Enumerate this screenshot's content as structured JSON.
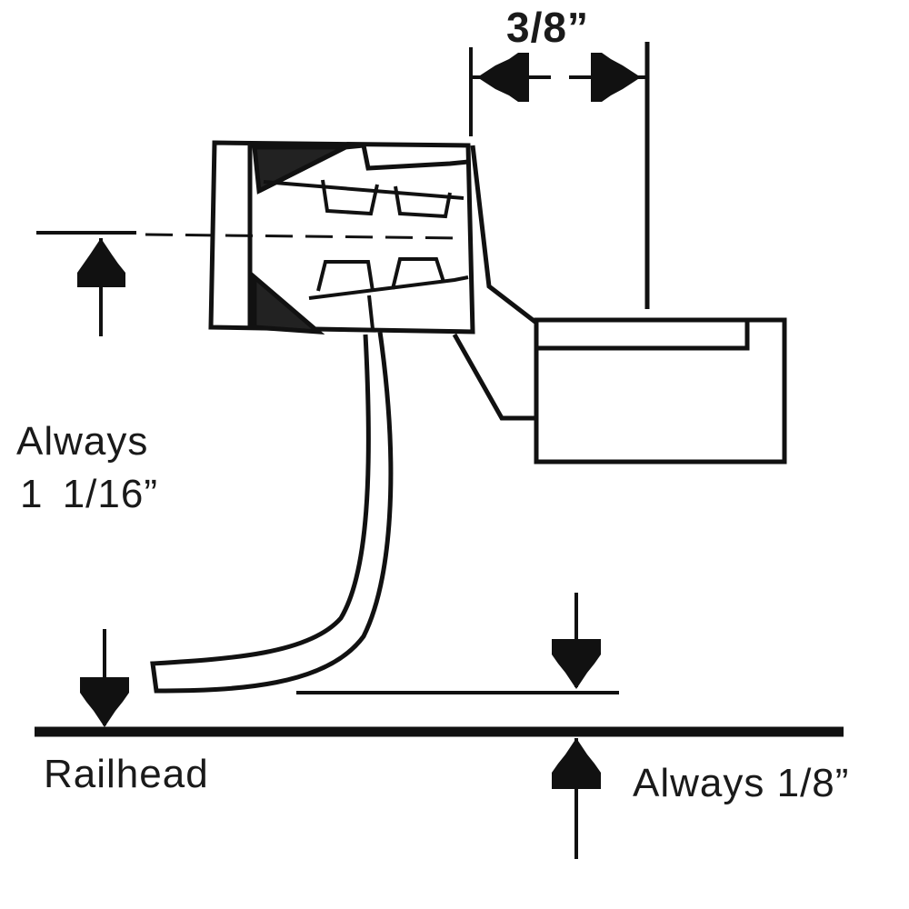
{
  "diagram": {
    "subject": "Coupler mounting height gauge diagram",
    "labels": {
      "top_dimension": "3/8”",
      "height_line1": "Always",
      "height_line2": "1 1/16”",
      "railhead": "Railhead",
      "trip_pin": "Always 1/8”"
    },
    "colors": {
      "ink": "#111111",
      "background": "#ffffff"
    }
  }
}
